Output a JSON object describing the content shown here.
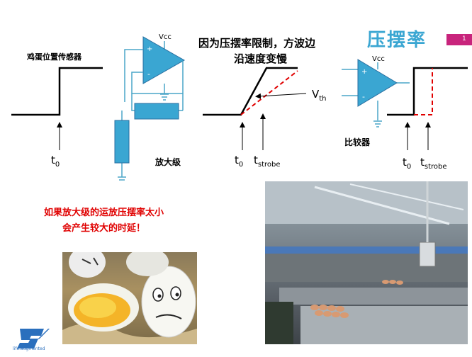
{
  "title": "压摆率",
  "page_number": "1",
  "stages": {
    "sensor_label": "鸡蛋位置传感器",
    "amp_label": "放大级",
    "note_line1": "因为压摆率限制，方波边",
    "note_line2": "沿速度变慢",
    "comparator_label": "比较器",
    "vcc1": "Vcc",
    "vcc2": "Vcc",
    "plus": "+",
    "minus": "-",
    "t0_main": "t",
    "t0_sub": "0",
    "vth_main": "V",
    "vth_sub": "th",
    "tstrobe_main": "t",
    "tstrobe_sub": "strobe"
  },
  "warning": {
    "line1": "如果放大级的运放压摆率太小",
    "line2": "会产生较大的时延！"
  },
  "logo": {
    "text": "life.augmented"
  },
  "colors": {
    "accent": "#3aa6d2",
    "opamp_fill": "#3aa6d2",
    "wire": "#4aa6c8",
    "delay_dashed": "#e00000",
    "page_box": "#c8247c"
  }
}
